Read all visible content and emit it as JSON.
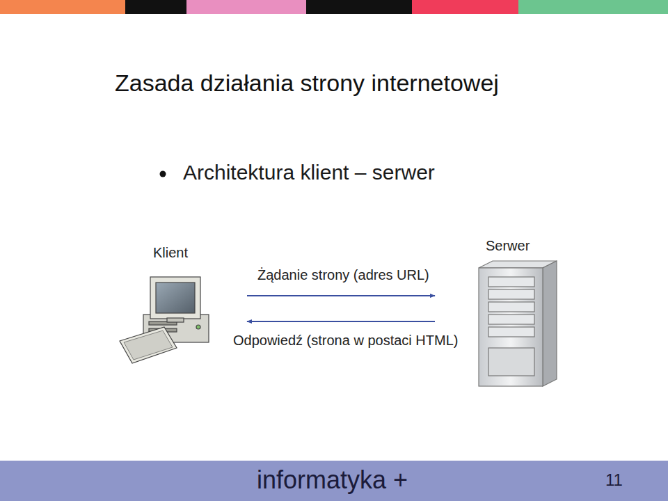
{
  "diagram": {
    "title": "Zasada działania strony internetowej",
    "nodes": [
      {
        "text": [
          "Klient"
        ]
      },
      {
        "text": [
          "Serwer"
        ]
      }
    ],
    "edges": [
      {
        "from": 0,
        "to": 1,
        "arrow": "to",
        "label": "Żądanie strony (adres URL)"
      },
      {
        "from": 1,
        "to": 0,
        "arrow": "to",
        "label": "Odpowiedź (strona w postaci HTML)"
      }
    ],
    "labels": [
      "Architektura klient – serwer",
      "informatyka +",
      "11"
    ]
  }
}
